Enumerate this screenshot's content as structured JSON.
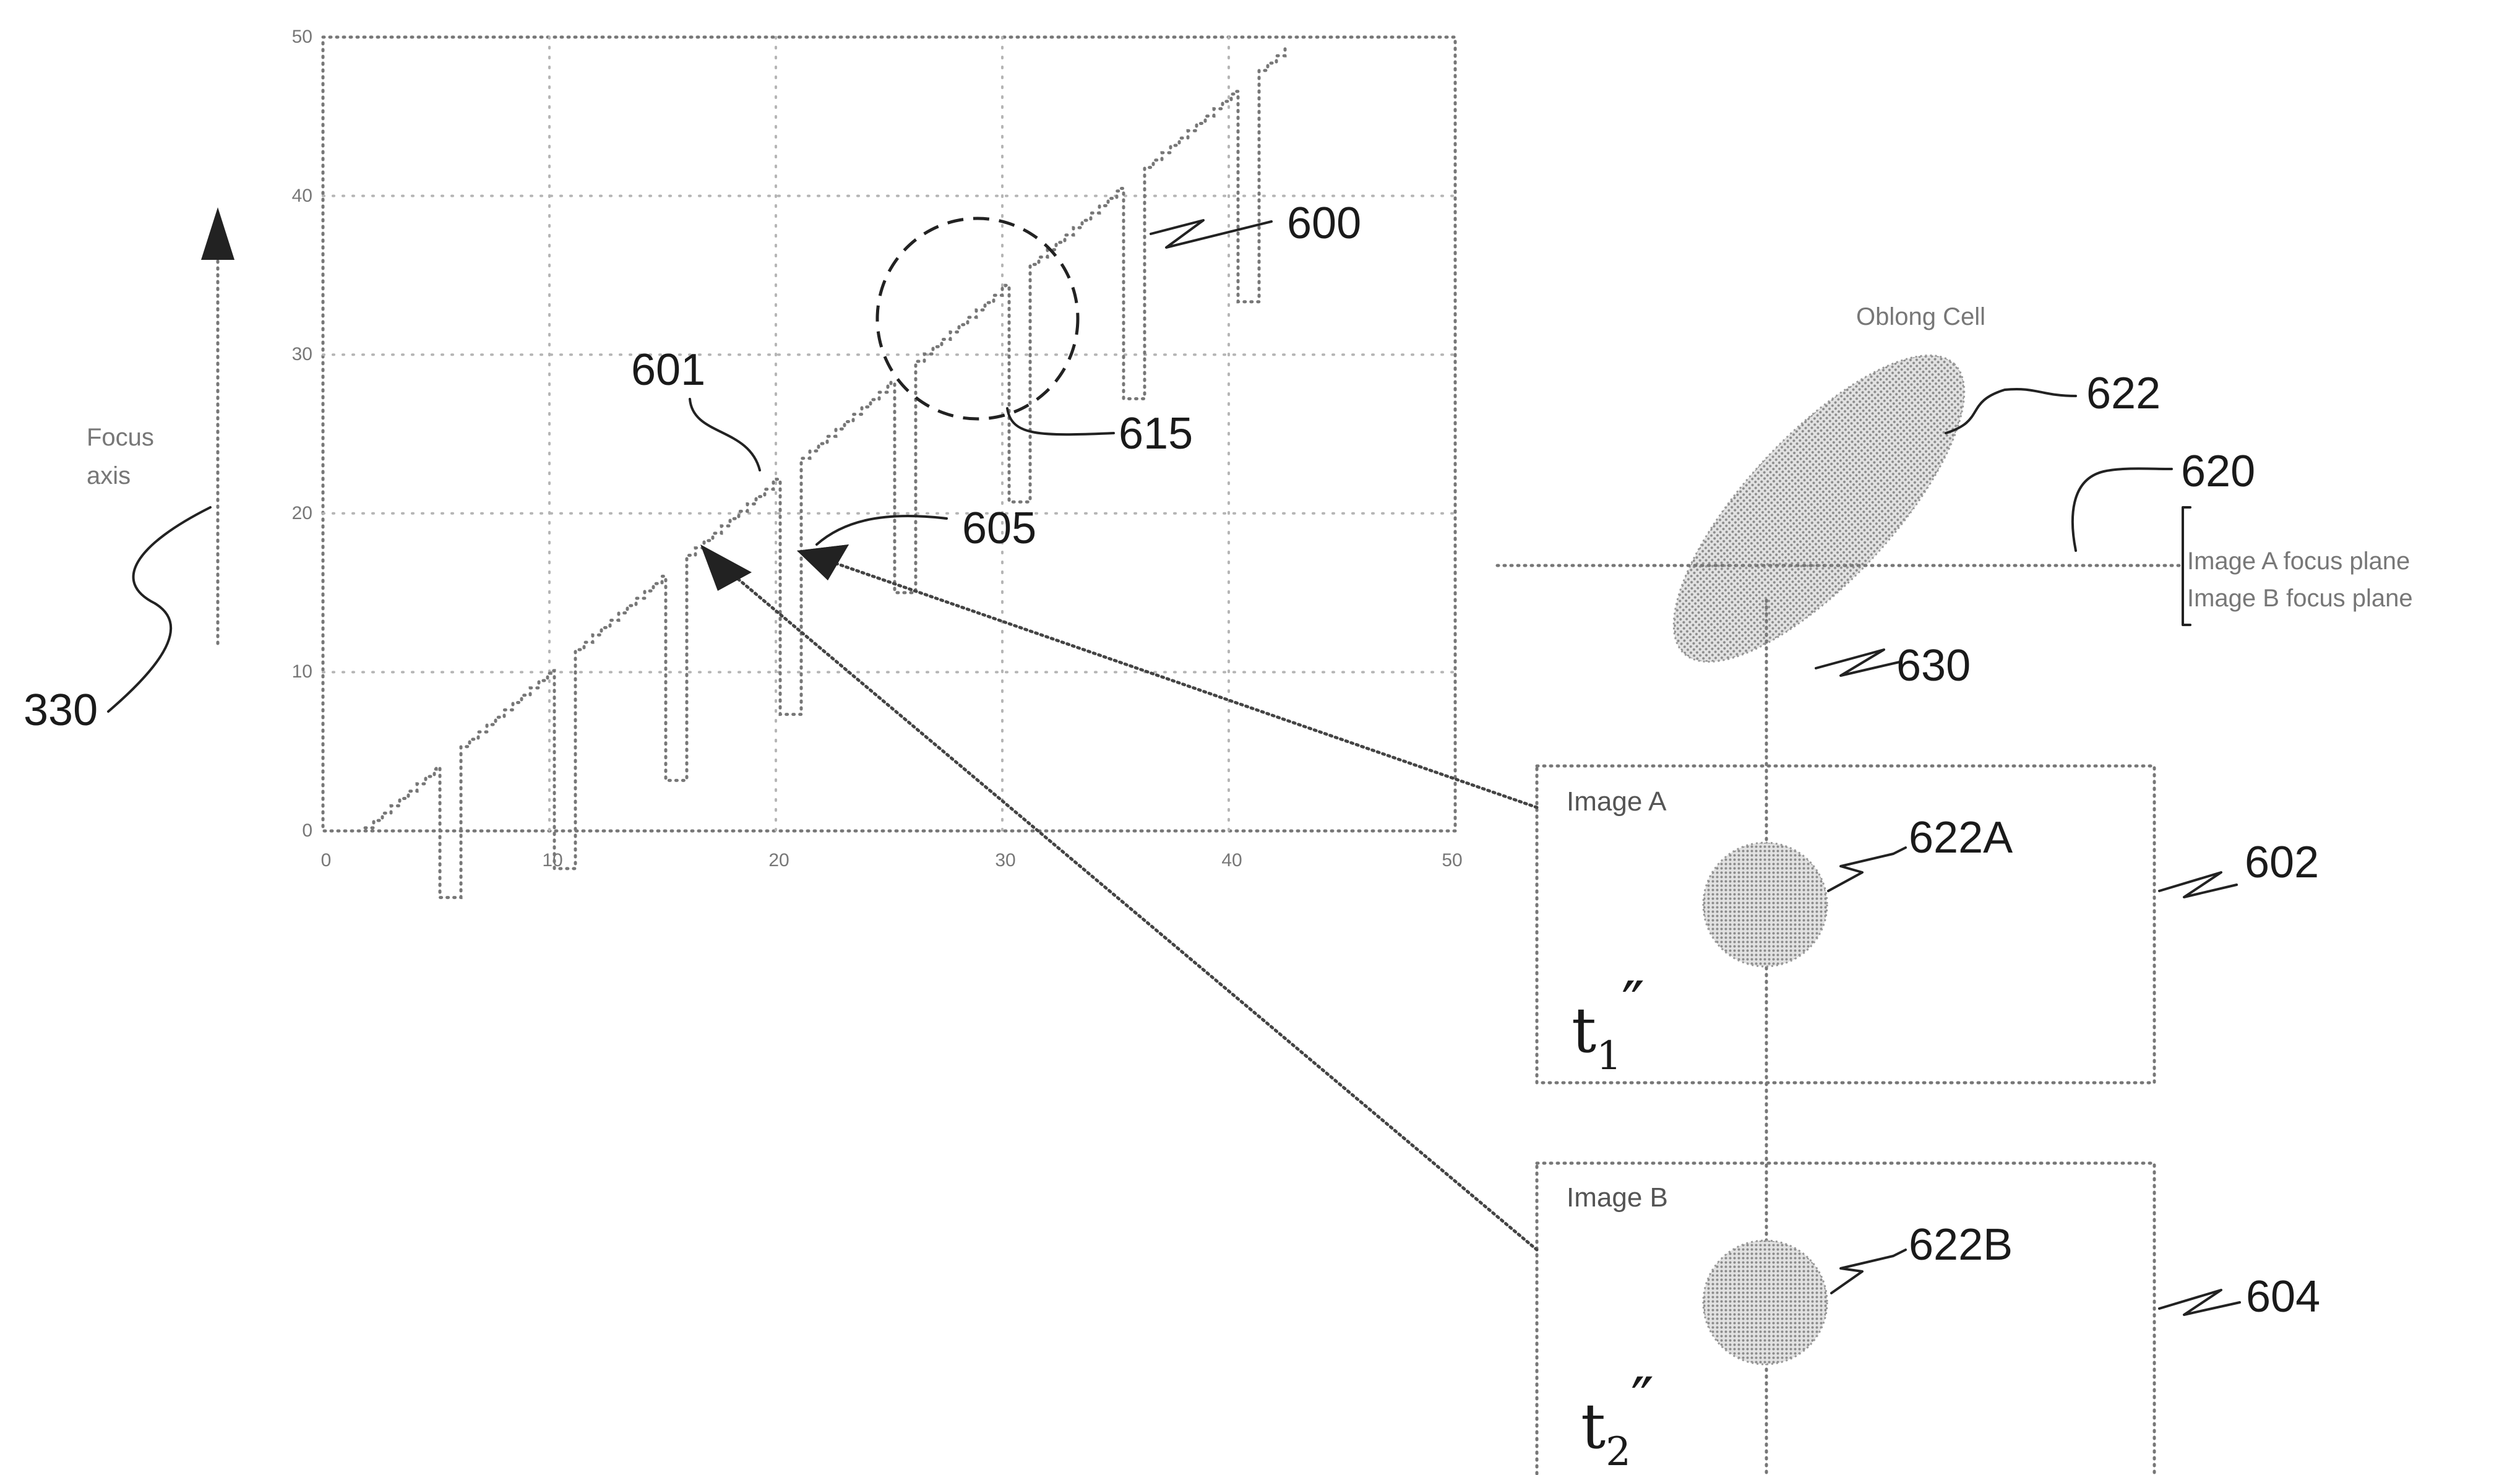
{
  "figure": {
    "plot": {
      "x_ticks": [
        "0",
        "10",
        "20",
        "30",
        "40",
        "50"
      ],
      "y_ticks": [
        "0",
        "10",
        "20",
        "30",
        "40",
        "50"
      ],
      "axis_label_line1": "Focus",
      "axis_label_line2": "axis",
      "refs": {
        "r330": "330",
        "r600": "600",
        "r601": "601",
        "r605": "605",
        "r615": "615"
      }
    },
    "cell": {
      "title": "Oblong Cell",
      "ref622": "622",
      "ref620": "620",
      "ref630": "630",
      "focus_plane_a": "Image A focus plane",
      "focus_plane_b": "Image B focus plane"
    },
    "image_a": {
      "label": "Image A",
      "ref_box": "602",
      "ref_cell": "622A",
      "time_main": "t",
      "time_sub": "1",
      "time_prime": "″"
    },
    "image_b": {
      "label": "Image B",
      "ref_box": "604",
      "ref_cell": "622B",
      "time_main": "t",
      "time_sub": "2",
      "time_prime": "″"
    },
    "colors": {
      "line": "#222222",
      "dotted": "#777777",
      "fill_pattern": "#9a9a9a"
    }
  }
}
